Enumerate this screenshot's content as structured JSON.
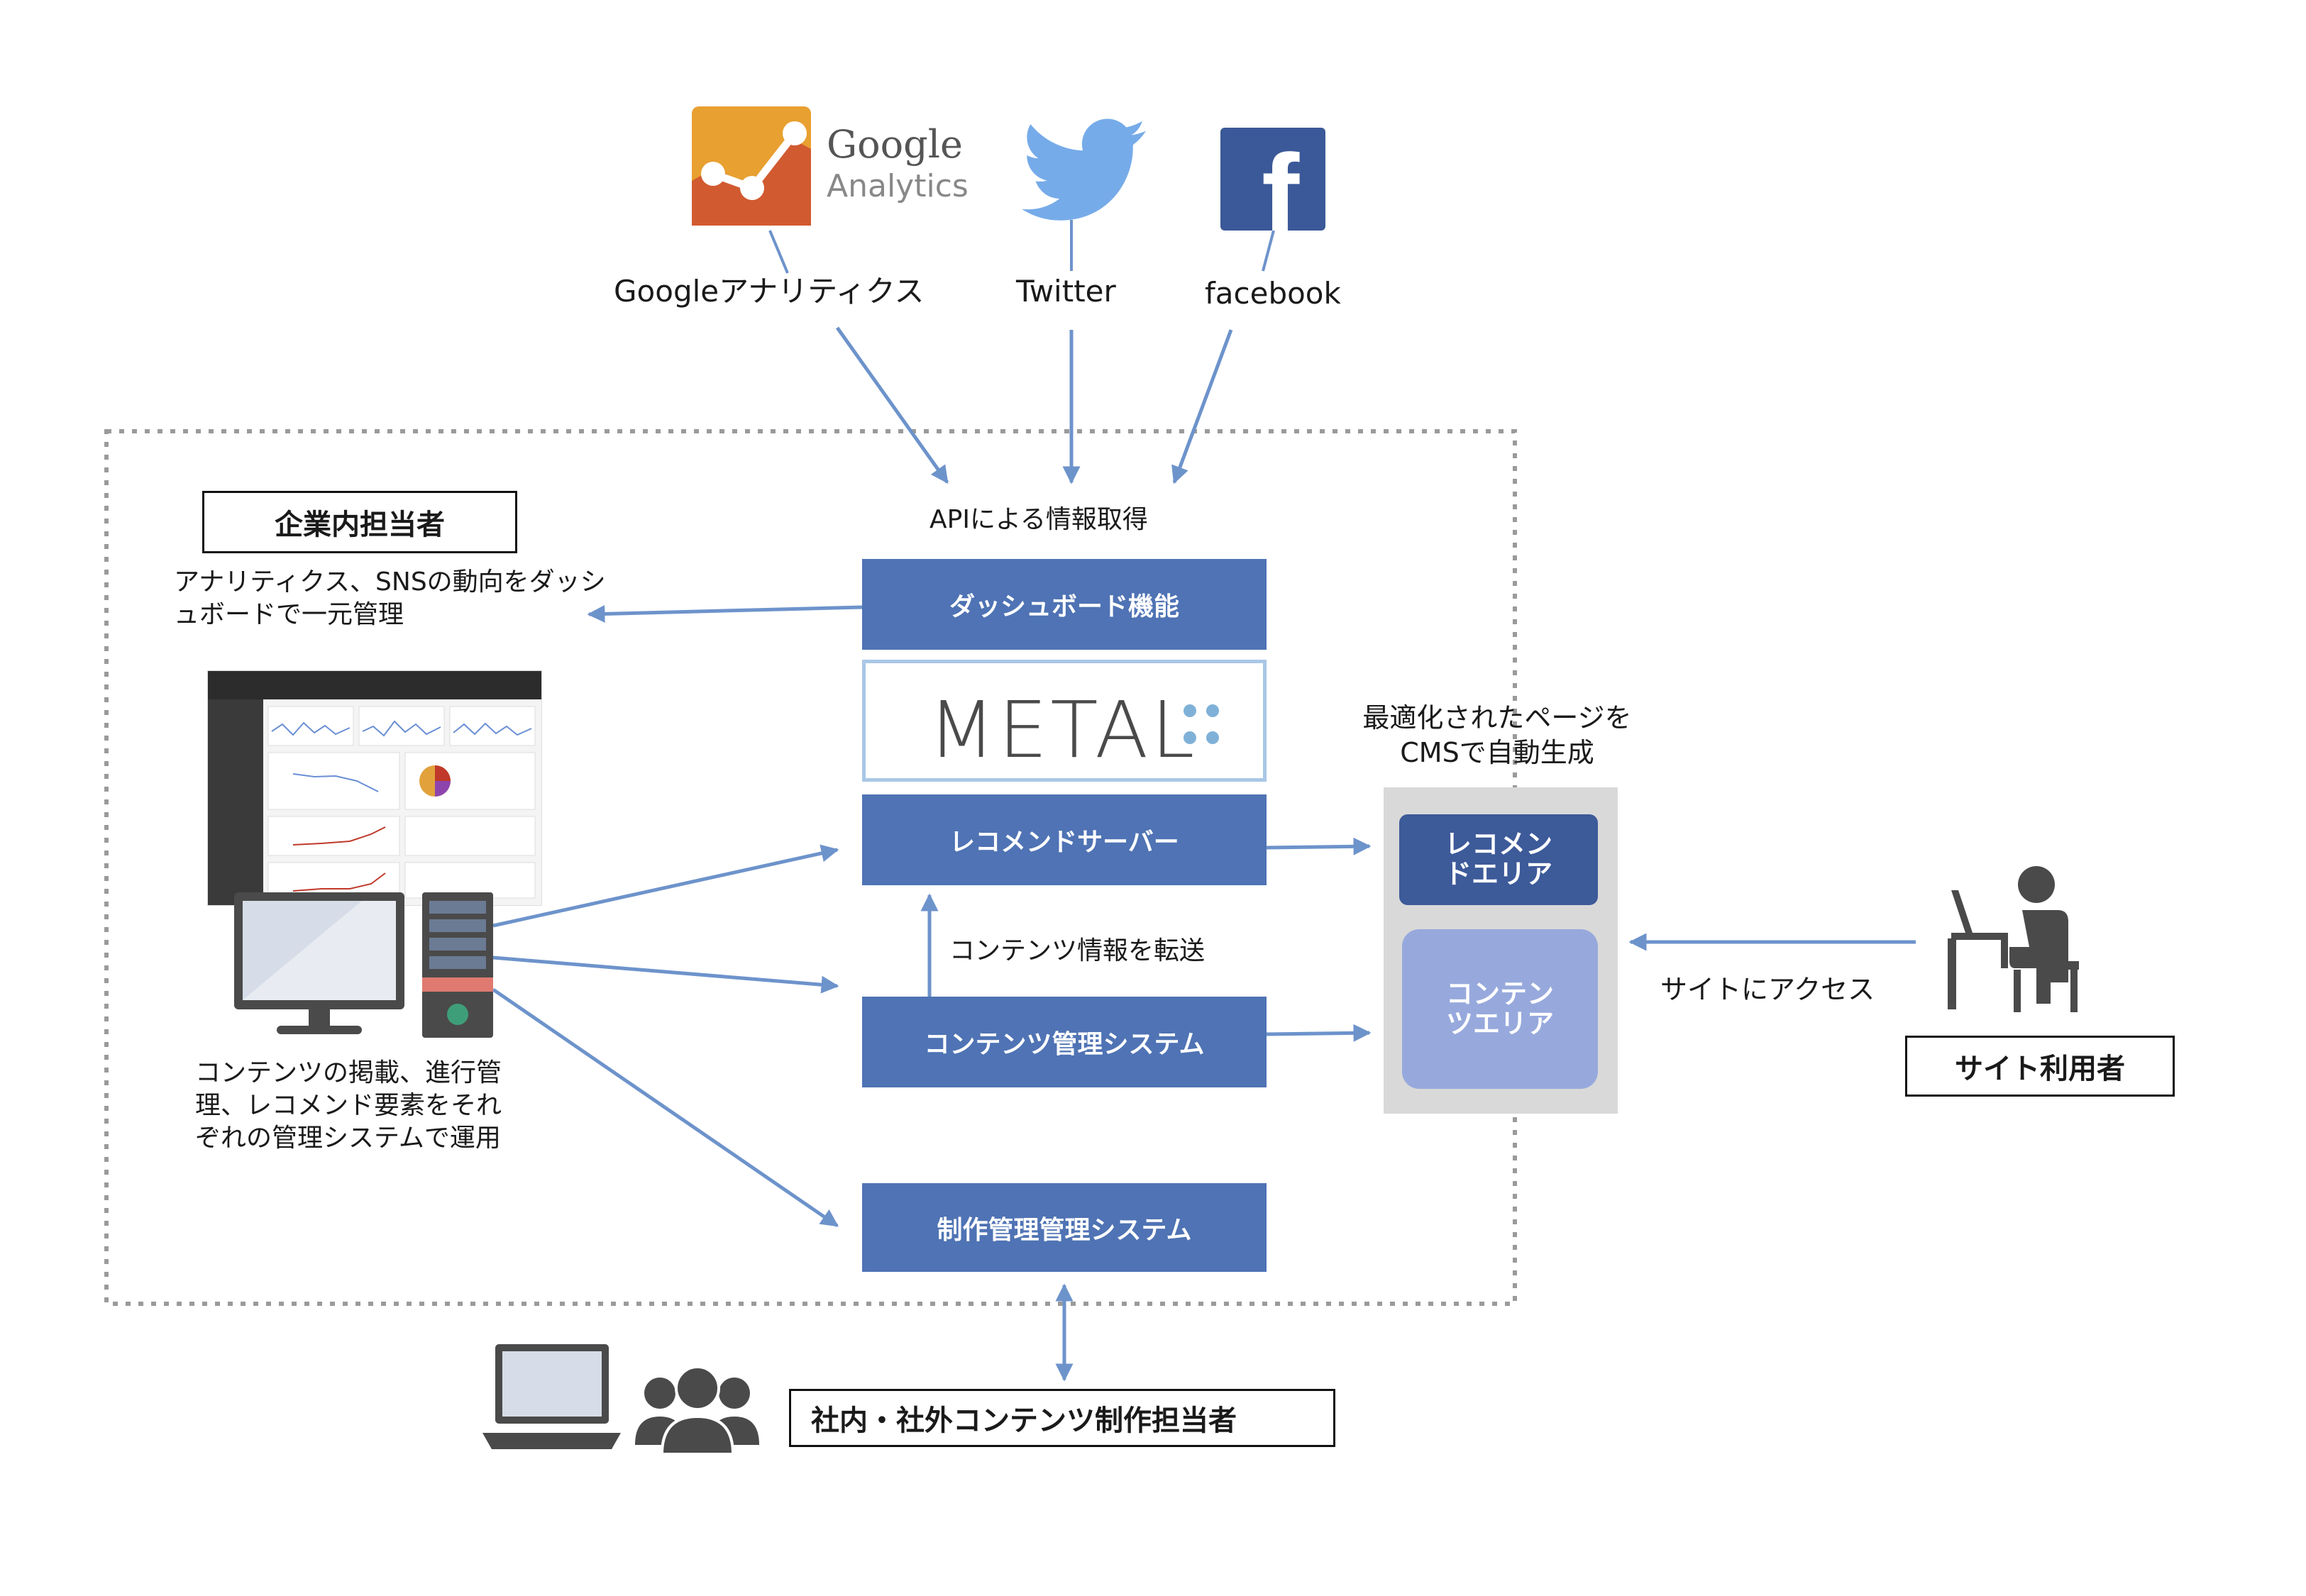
{
  "sources": {
    "google": {
      "logo_line1": "Google",
      "logo_line2": "Analytics",
      "label": "Googleアナリティクス"
    },
    "twitter": {
      "label": "Twitter"
    },
    "facebook": {
      "logo_letter": "f",
      "label": "facebook"
    }
  },
  "api_label": "APIによる情報取得",
  "internal_staff": {
    "title": "企業内担当者",
    "dashboard_desc": "アナリティクス、SNSの動向をダッシュボードで一元管理",
    "content_desc": "コンテンツの掲載、進行管理、レコメンド要素をそれぞれの管理システムで運用"
  },
  "metal": {
    "dashboard": "ダッシュボード機能",
    "logo": "METAL",
    "recommend_server": "レコメンドサーバー",
    "transfer_label": "コンテンツ情報を転送",
    "cms": "コンテンツ管理システム",
    "production": "制作管理管理システム"
  },
  "site": {
    "caption": "最適化されたページをCMSで自動生成",
    "recommend_area": "レコメンドエリア",
    "content_area": "コンテンツエリア"
  },
  "user": {
    "access_label": "サイトにアクセス",
    "title": "サイト利用者"
  },
  "creators": {
    "title": "社内・社外コンテンツ制作担当者"
  },
  "colors": {
    "box_blue": "#4f73b4",
    "recommend_area": "#3d5a99",
    "content_area": "#97a9dc",
    "arrow": "#6d93cb",
    "google_orange": "#e8a030",
    "google_red": "#d25a30",
    "twitter_blue": "#76abe9",
    "facebook_blue": "#3b5998",
    "person_gray": "#4a4a4a"
  }
}
